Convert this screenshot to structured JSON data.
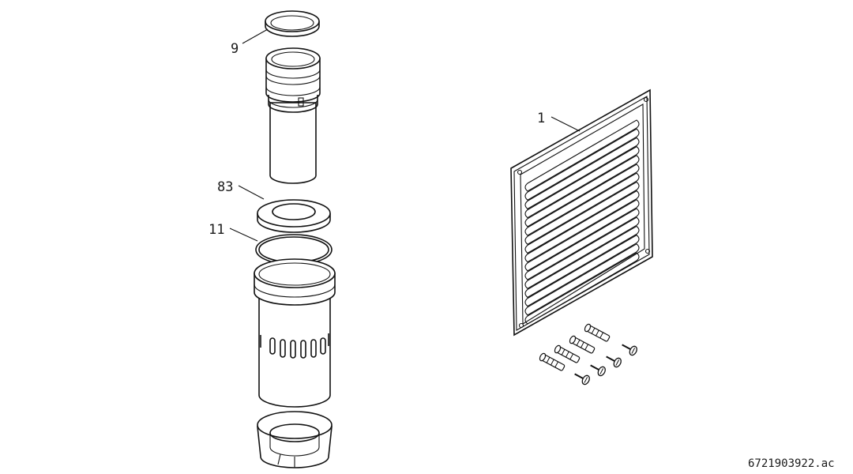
{
  "callouts": {
    "ring_top": "9",
    "grille": "1",
    "collar": "83",
    "ring_mid": "11"
  },
  "document_id": "6721903922.ac",
  "colors": {
    "ink": "#111111",
    "background": "#ffffff"
  }
}
